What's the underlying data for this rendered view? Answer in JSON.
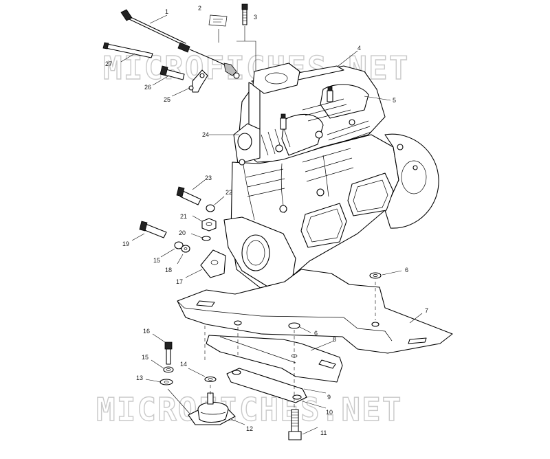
{
  "watermark": "MICROFICHES.NET",
  "callouts": [
    {
      "id": "c1",
      "text": "1"
    },
    {
      "id": "c2",
      "text": "2"
    },
    {
      "id": "c3",
      "text": "3"
    },
    {
      "id": "c4",
      "text": "4"
    },
    {
      "id": "c5",
      "text": "5"
    },
    {
      "id": "c6a",
      "text": "6"
    },
    {
      "id": "c6b",
      "text": "6"
    },
    {
      "id": "c7",
      "text": "7"
    },
    {
      "id": "c8",
      "text": "8"
    },
    {
      "id": "c9",
      "text": "9"
    },
    {
      "id": "c10",
      "text": "10"
    },
    {
      "id": "c11",
      "text": "11"
    },
    {
      "id": "c12",
      "text": "12"
    },
    {
      "id": "c13",
      "text": "13"
    },
    {
      "id": "c14",
      "text": "14"
    },
    {
      "id": "c15a",
      "text": "15"
    },
    {
      "id": "c15b",
      "text": "15"
    },
    {
      "id": "c16",
      "text": "16"
    },
    {
      "id": "c17",
      "text": "17"
    },
    {
      "id": "c18",
      "text": "18"
    },
    {
      "id": "c19",
      "text": "19"
    },
    {
      "id": "c20",
      "text": "20"
    },
    {
      "id": "c21",
      "text": "21"
    },
    {
      "id": "c22",
      "text": "22"
    },
    {
      "id": "c23",
      "text": "23"
    },
    {
      "id": "c24",
      "text": "24"
    },
    {
      "id": "c25",
      "text": "25"
    },
    {
      "id": "c26",
      "text": "26"
    },
    {
      "id": "c27",
      "text": "27"
    }
  ]
}
